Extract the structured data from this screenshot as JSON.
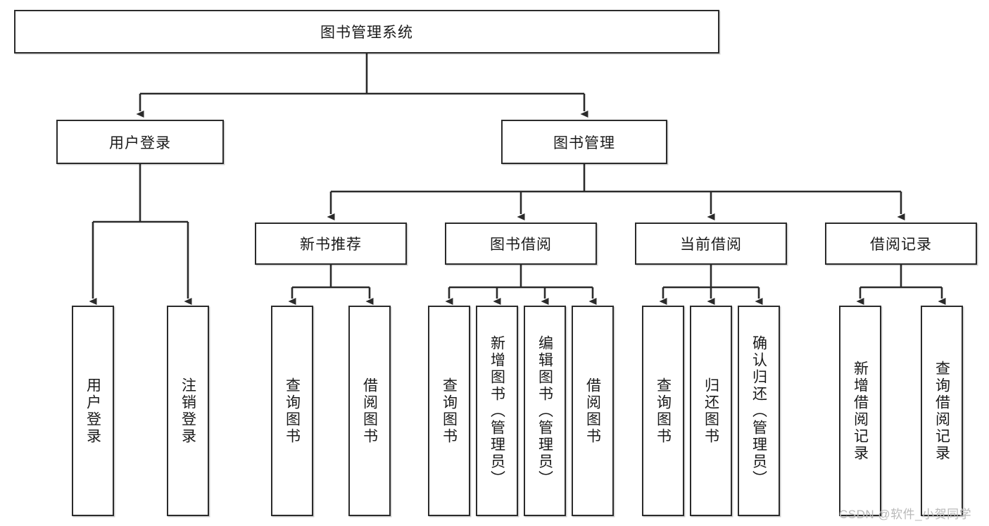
{
  "diagram": {
    "title": "图书管理系统",
    "type": "tree-hierarchy",
    "root": {
      "label": "图书管理系统"
    },
    "level2": [
      {
        "label": "用户登录"
      },
      {
        "label": "图书管理"
      }
    ],
    "level3": [
      {
        "label": "新书推荐"
      },
      {
        "label": "图书借阅"
      },
      {
        "label": "当前借阅"
      },
      {
        "label": "借阅记录"
      }
    ],
    "leaves": {
      "user_login": [
        {
          "label": "用户登录"
        },
        {
          "label": "注销登录"
        }
      ],
      "new_book_recommend": [
        {
          "label": "查询图书"
        },
        {
          "label": "借阅图书"
        }
      ],
      "book_borrow": [
        {
          "label": "查询图书"
        },
        {
          "label": "新增图书（管理员）"
        },
        {
          "label": "编辑图书（管理员）"
        },
        {
          "label": "借阅图书"
        }
      ],
      "current_borrow": [
        {
          "label": "查询图书"
        },
        {
          "label": "归还图书"
        },
        {
          "label": "确认归还（管理员）"
        }
      ],
      "borrow_record": [
        {
          "label": "新增借阅记录"
        },
        {
          "label": "查询借阅记录"
        }
      ]
    }
  },
  "watermark": {
    "text": "CSDN @软件_小贺同学"
  },
  "colors": {
    "stroke": "#2b2b2b",
    "box_fill": "#ffffff",
    "text": "#1a1a1a",
    "watermark": "#b9b9b9",
    "page_bg": "#ffffff"
  }
}
